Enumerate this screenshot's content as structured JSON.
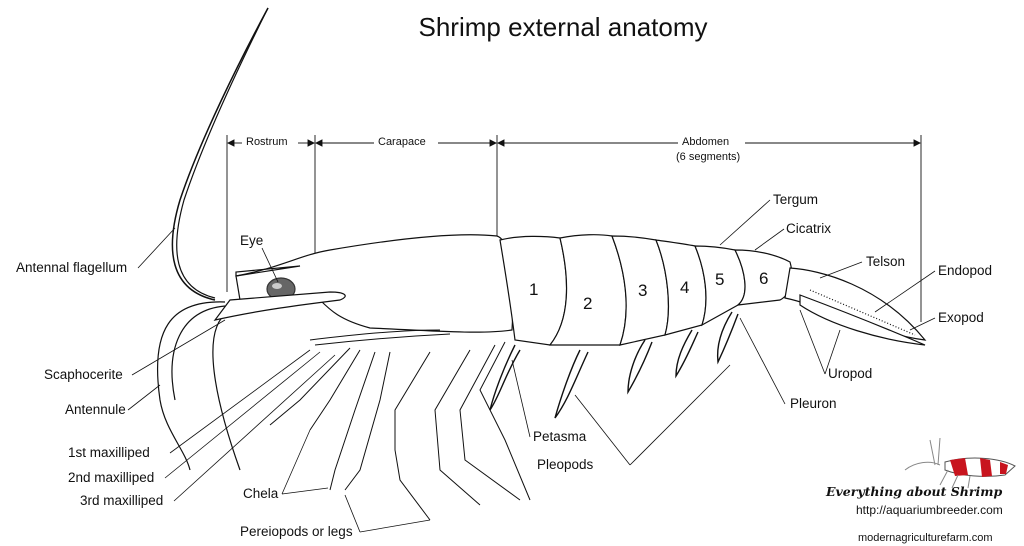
{
  "title": "Shrimp external anatomy",
  "dimensions": {
    "rostrum": "Rostrum",
    "carapace": "Carapace",
    "abdomen": "Abdomen",
    "abdomen_note": "(6 segments)"
  },
  "labels": {
    "antennal_flagellum": "Antennal flagellum",
    "eye": "Eye",
    "scaphocerite": "Scaphocerite",
    "antennule": "Antennule",
    "maxilliped_1": "1st maxilliped",
    "maxilliped_2": "2nd maxilliped",
    "maxilliped_3": "3rd maxilliped",
    "chela": "Chela",
    "pereiopods": "Pereiopods or legs",
    "petasma": "Petasma",
    "pleopods": "Pleopods",
    "pleuron": "Pleuron",
    "uropod": "Uropod",
    "tergum": "Tergum",
    "cicatrix": "Cicatrix",
    "telson": "Telson",
    "endopod": "Endopod",
    "exopod": "Exopod"
  },
  "segments": [
    "1",
    "2",
    "3",
    "4",
    "5",
    "6"
  ],
  "logo": {
    "brand": "Everything about Shrimp",
    "url": "http://aquariumbreeder.com"
  },
  "credit": "modernagriculturefarm.com",
  "colors": {
    "logo_red": "#c8141e"
  }
}
